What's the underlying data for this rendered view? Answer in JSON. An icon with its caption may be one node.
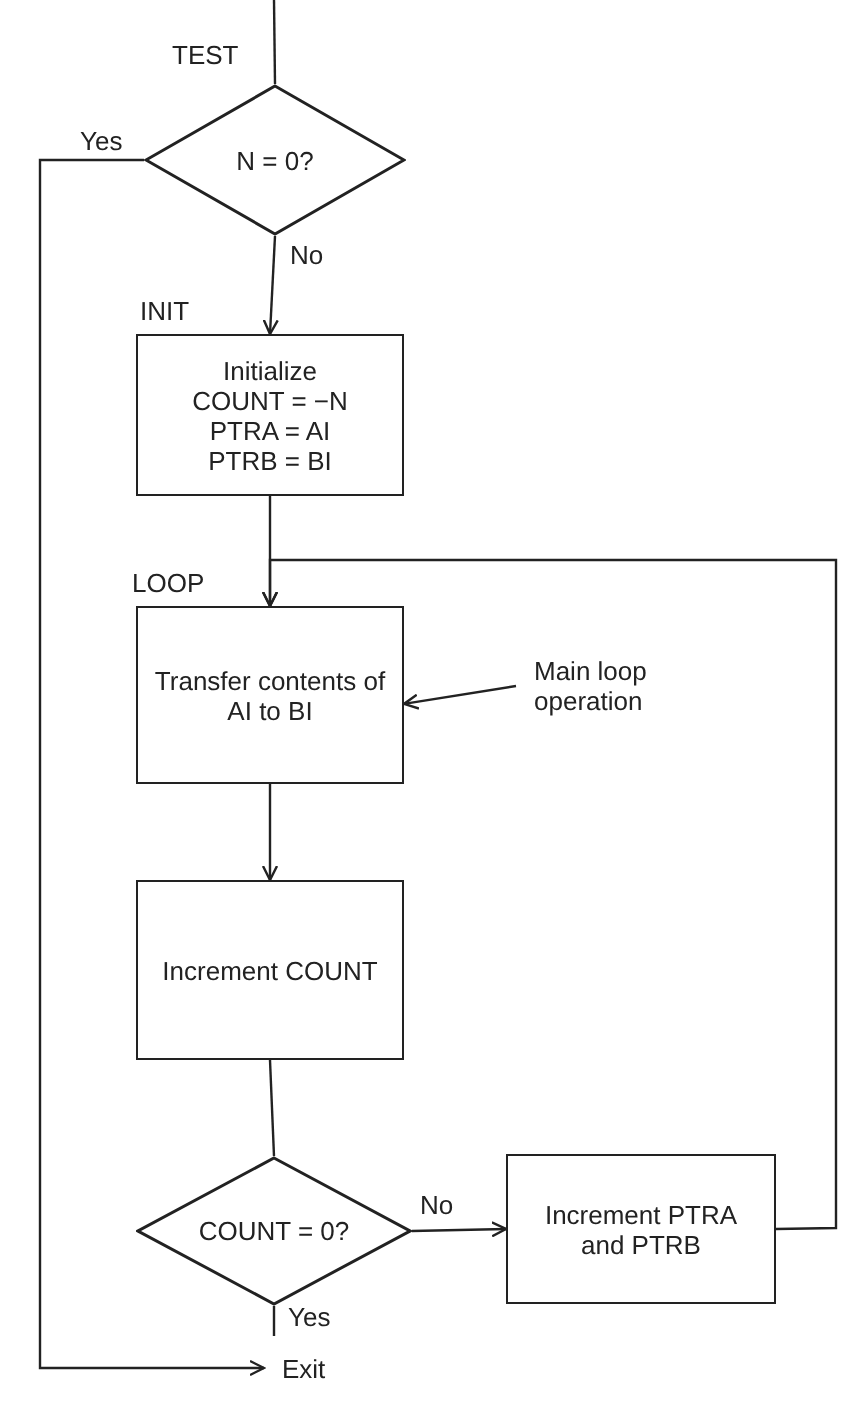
{
  "diagram": {
    "nodes": [
      {
        "text": [
          "N = 0?"
        ],
        "beside": [
          "TEST"
        ]
      },
      {
        "text": [
          "Initialize",
          "COUNT = −N",
          "PTRA = AI",
          "PTRB = BI"
        ],
        "beside": [
          "INIT"
        ]
      },
      {
        "text": [
          "Transfer contents of AI to BI"
        ],
        "beside": [
          "LOOP"
        ]
      },
      {
        "text": [
          "Main loop operation"
        ]
      },
      {
        "text": [
          "Increment COUNT"
        ]
      },
      {
        "text": [
          "COUNT = 0?"
        ]
      },
      {
        "text": [
          "Increment PTRA and PTRB"
        ]
      },
      {
        "text": [
          "Exit"
        ]
      }
    ],
    "edges": [
      {
        "from": null,
        "to": 0,
        "arrow": "none"
      },
      {
        "from": 0,
        "to": 1,
        "arrow": "to",
        "label": "No"
      },
      {
        "from": 1,
        "to": 2,
        "arrow": "to"
      },
      {
        "from": 3,
        "to": 2,
        "arrow": "to"
      },
      {
        "from": 2,
        "to": 4,
        "arrow": "to"
      },
      {
        "from": 4,
        "to": 5,
        "arrow": "none"
      },
      {
        "from": 5,
        "to": 6,
        "arrow": "to",
        "label": "No"
      },
      {
        "from": 6,
        "to": 2,
        "arrow": "to"
      },
      {
        "from": 5,
        "to": 7,
        "arrow": "none",
        "label": "Yes"
      },
      {
        "from": 0,
        "to": 7,
        "arrow": "to",
        "label": "Yes"
      }
    ]
  }
}
